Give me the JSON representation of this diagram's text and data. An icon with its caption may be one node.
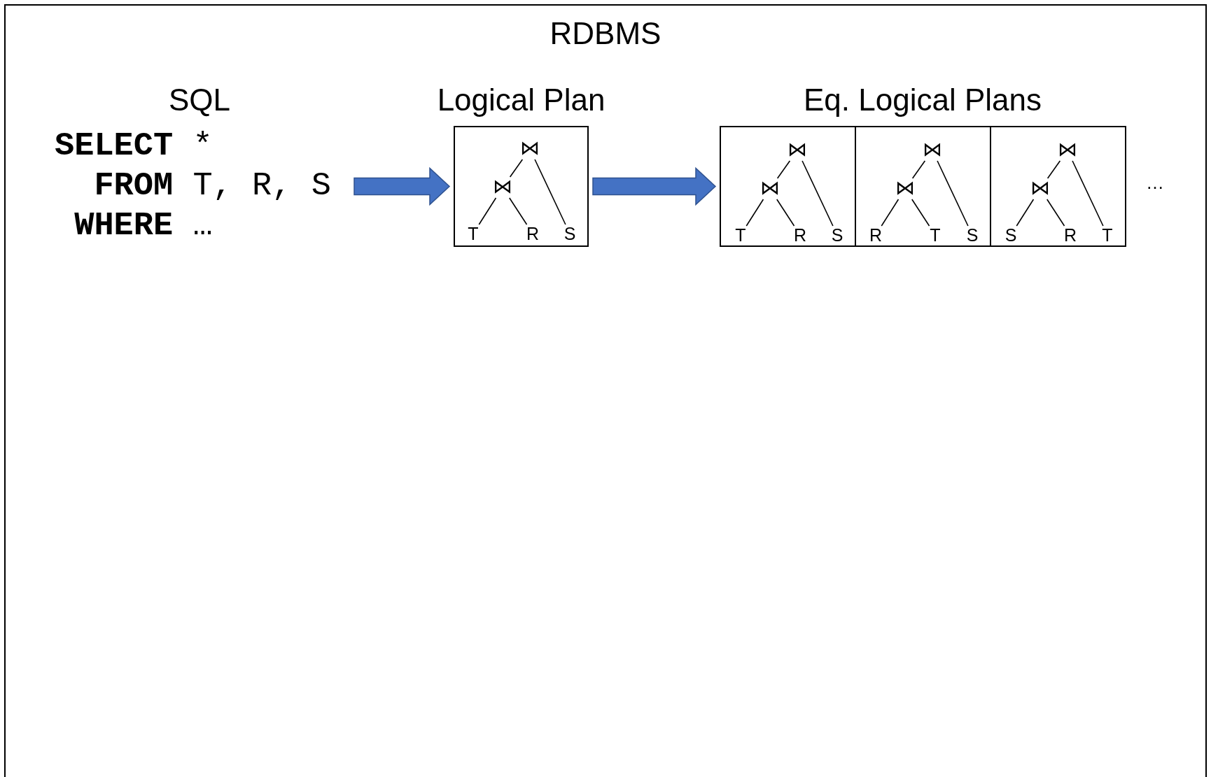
{
  "diagram": {
    "nodes": [
      {
        "text": [
          "RDBMS"
        ]
      },
      {
        "text": [
          "SQL",
          "**SELECT** *",
          "**FROM** T, R, S",
          "**WHERE** …"
        ],
        "in": 0
      },
      {
        "text": [
          "Logical Plan"
        ],
        "in": 0
      },
      {
        "text": [
          "⋈"
        ],
        "in": 2
      },
      {
        "text": [
          "⋈"
        ],
        "in": 2
      },
      {
        "text": [
          "T"
        ],
        "in": 2
      },
      {
        "text": [
          "R"
        ],
        "in": 2
      },
      {
        "text": [
          "S"
        ],
        "in": 2
      },
      {
        "text": [
          "Eq. Logical Plans"
        ],
        "in": 0
      },
      {
        "text": [],
        "shape": "box",
        "in": 8
      },
      {
        "text": [
          "⋈"
        ],
        "in": 9
      },
      {
        "text": [
          "⋈"
        ],
        "in": 9
      },
      {
        "text": [
          "T"
        ],
        "in": 9
      },
      {
        "text": [
          "R"
        ],
        "in": 9
      },
      {
        "text": [
          "S"
        ],
        "in": 9
      },
      {
        "text": [],
        "shape": "box",
        "in": 8
      },
      {
        "text": [
          "⋈"
        ],
        "in": 15
      },
      {
        "text": [
          "⋈"
        ],
        "in": 15
      },
      {
        "text": [
          "R"
        ],
        "in": 15
      },
      {
        "text": [
          "T"
        ],
        "in": 15
      },
      {
        "text": [
          "S"
        ],
        "in": 15
      },
      {
        "text": [],
        "shape": "box",
        "in": 8
      },
      {
        "text": [
          "⋈"
        ],
        "in": 21
      },
      {
        "text": [
          "⋈"
        ],
        "in": 21
      },
      {
        "text": [
          "S"
        ],
        "in": 21
      },
      {
        "text": [
          "R"
        ],
        "in": 21
      },
      {
        "text": [
          "T"
        ],
        "in": 21
      }
    ],
    "edges": [
      {
        "from": 1,
        "to": 2,
        "arrow": "to",
        "style": "thick",
        "color": "#4472c4"
      },
      {
        "from": 2,
        "to": 8,
        "arrow": "to",
        "style": "thick",
        "color": "#4472c4"
      },
      {
        "from": 3,
        "to": 4,
        "arrow": "none"
      },
      {
        "from": 3,
        "to": 7,
        "arrow": "none"
      },
      {
        "from": 4,
        "to": 5,
        "arrow": "none"
      },
      {
        "from": 4,
        "to": 6,
        "arrow": "none"
      },
      {
        "from": 10,
        "to": 11,
        "arrow": "none"
      },
      {
        "from": 10,
        "to": 14,
        "arrow": "none"
      },
      {
        "from": 11,
        "to": 12,
        "arrow": "none"
      },
      {
        "from": 11,
        "to": 13,
        "arrow": "none"
      },
      {
        "from": 16,
        "to": 17,
        "arrow": "none"
      },
      {
        "from": 16,
        "to": 20,
        "arrow": "none"
      },
      {
        "from": 17,
        "to": 18,
        "arrow": "none"
      },
      {
        "from": 17,
        "to": 19,
        "arrow": "none"
      },
      {
        "from": 22,
        "to": 23,
        "arrow": "none"
      },
      {
        "from": 22,
        "to": 26,
        "arrow": "none"
      },
      {
        "from": 23,
        "to": 24,
        "arrow": "none"
      },
      {
        "from": 23,
        "to": 25,
        "arrow": "none"
      }
    ],
    "labels": [
      "…"
    ]
  }
}
